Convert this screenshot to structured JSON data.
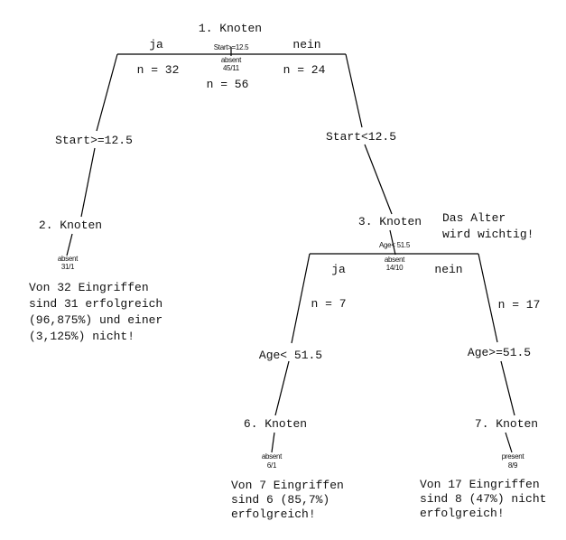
{
  "root": {
    "title": "1. Knoten",
    "split": "Start>=12.5",
    "class": "absent",
    "counts": "45/11",
    "n": "n = 56",
    "left_branch": "ja",
    "right_branch": "nein",
    "left_n": "n = 32",
    "right_n": "n = 24"
  },
  "edges": {
    "root_left": "Start>=12.5",
    "root_right": "Start<12.5",
    "node3_left": "Age< 51.5",
    "node3_right": "Age>=51.5"
  },
  "node2": {
    "title": "2. Knoten",
    "class": "absent",
    "counts": "31/1",
    "note": [
      "Von 32 Eingriffen",
      "sind 31 erfolgreich",
      "(96,875%) und einer",
      "(3,125%) nicht!"
    ]
  },
  "node3": {
    "title": "3. Knoten",
    "split": "Age< 51.5",
    "class": "absent",
    "counts": "14/10",
    "left_branch": "ja",
    "right_branch": "nein",
    "left_n": "n = 7",
    "right_n": "n = 17",
    "note": [
      "Das Alter",
      "wird wichtig!"
    ]
  },
  "node6": {
    "title": "6. Knoten",
    "class": "absent",
    "counts": "6/1",
    "note": [
      "Von 7 Eingriffen",
      "sind 6 (85,7%)",
      "erfolgreich!"
    ]
  },
  "node7": {
    "title": "7. Knoten",
    "class": "present",
    "counts": "8/9",
    "note": [
      "Von 17 Eingriffen",
      "sind 8 (47%) nicht",
      "erfolgreich!"
    ]
  }
}
